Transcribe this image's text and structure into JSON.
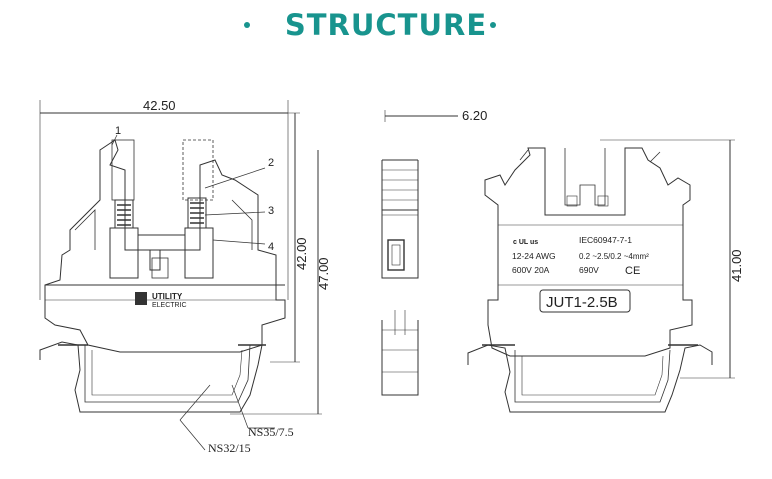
{
  "header": {
    "title": "STRUCTURE",
    "accent_color": "#18948e"
  },
  "front_view": {
    "width_dim": "42.50",
    "height_dim_inner": "42.00",
    "height_dim_outer": "47.00",
    "callouts": [
      "1",
      "2",
      "3",
      "4"
    ],
    "logo": {
      "line1": "UTILITY",
      "line2": "ELECTRIC"
    },
    "rail_labels": [
      "NS35/7.5",
      "NS32/15"
    ]
  },
  "side_view": {
    "width_dim": "6.20"
  },
  "rear_view": {
    "height_dim": "41.00",
    "label": {
      "standard": "IEC60947-7-1",
      "ul_mark": "c UL us",
      "awg": "12-24 AWG",
      "wire_sizes": "0.2 ~2.5/0.2 ~4mm²",
      "rating": "600V  20A",
      "voltage": "690V",
      "ce_mark": "CE"
    },
    "model": "JUT1-2.5B"
  }
}
